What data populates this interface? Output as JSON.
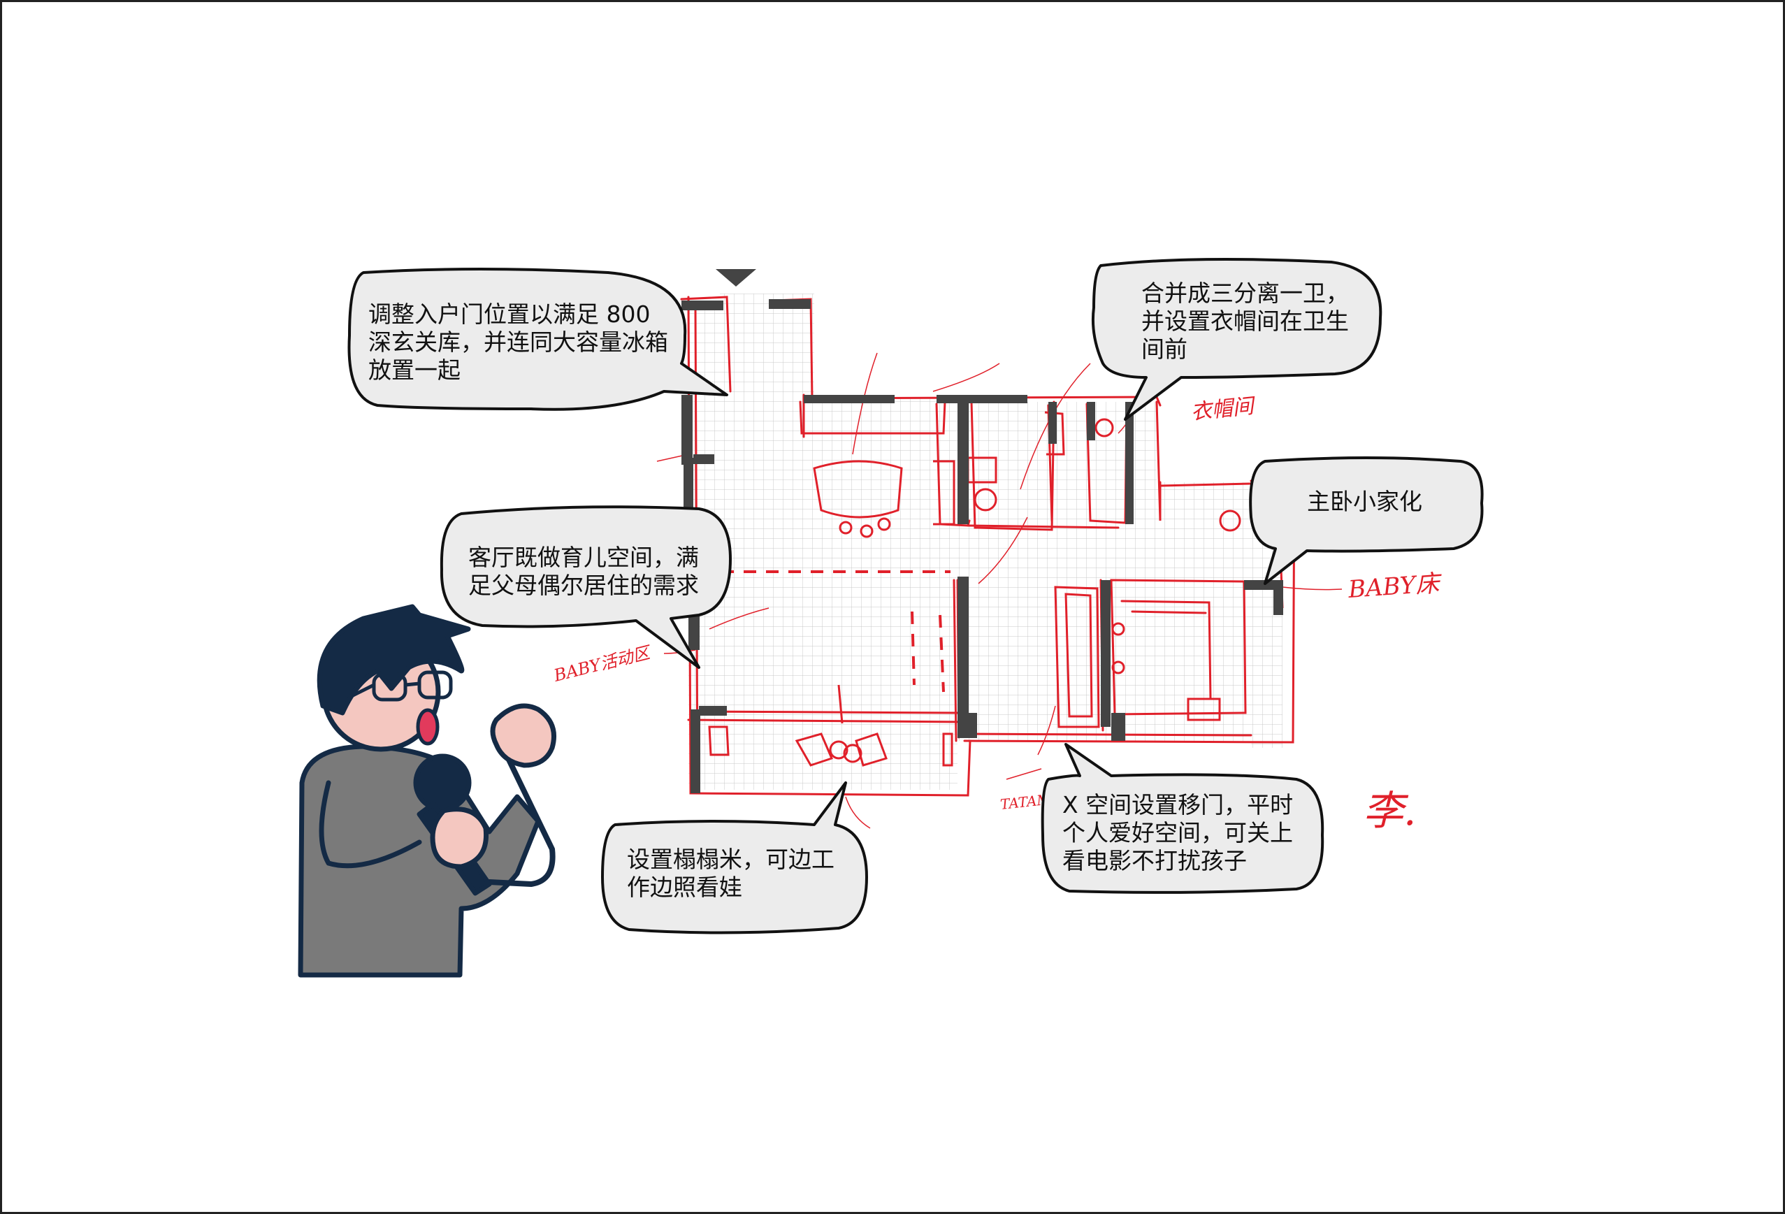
{
  "callouts": {
    "entrance": "调整入户门位置以满足 800\n深玄关库，并连同大容量冰箱\n放置一起",
    "bathroom": "合并成三分离一卫，\n并设置衣帽间在卫生\n间前",
    "living": "客厅既做育儿空间，满\n足父母偶尔居住的需求",
    "master": "主卧小家化",
    "tatami": "设置榻榻米，可边工\n作边照看娃",
    "x_space": "X 空间设置移门，平时\n个人爱好空间，可关上\n看电影不打扰孩子"
  },
  "sketch_notes": {
    "baby_bed": "BABY床",
    "baby_play": "BABY活动区",
    "cloakroom": "衣帽间",
    "tatami": "TATAMI",
    "signature": "李."
  },
  "colors": {
    "sketch_red": "#e0202a",
    "wall": "#444444",
    "bubble_fill": "#ececec",
    "presenter_hair": "#142a45",
    "presenter_shirt": "#7a7a7a",
    "presenter_skin": "#f4c7c0"
  }
}
